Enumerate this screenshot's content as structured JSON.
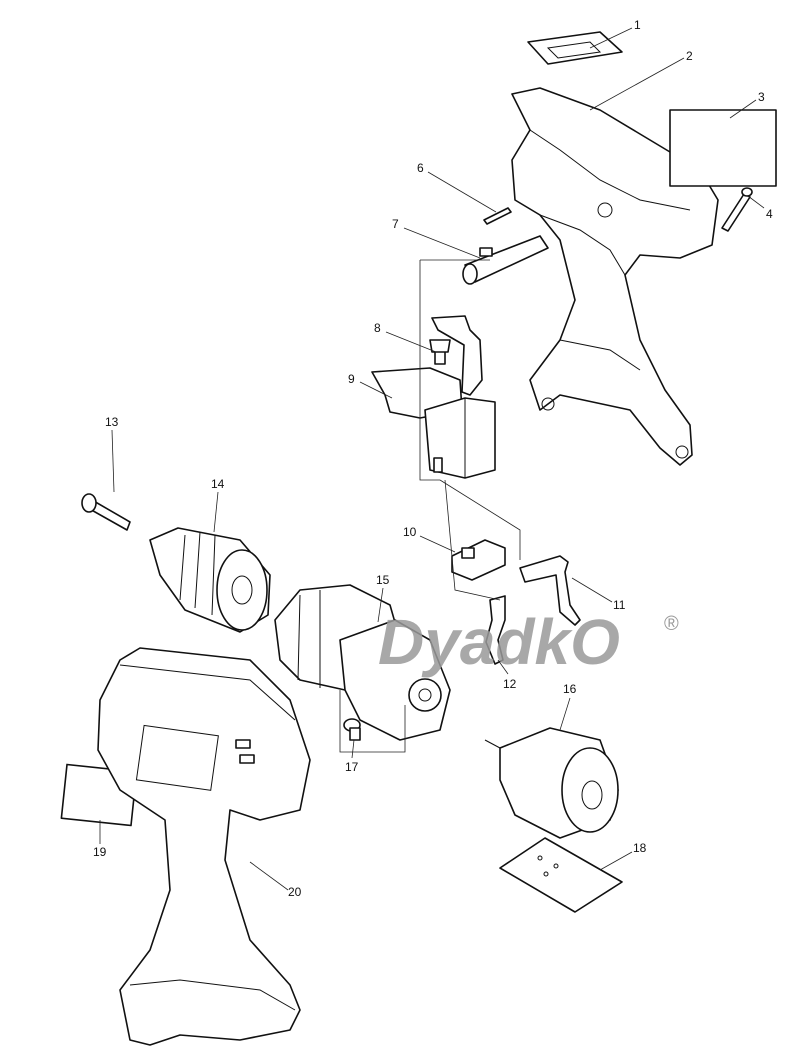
{
  "diagram": {
    "labels": [
      "1",
      "2",
      "3",
      "4",
      "6",
      "7",
      "8",
      "9",
      "10",
      "11",
      "12",
      "13",
      "14",
      "15",
      "16",
      "17",
      "18",
      "19",
      "20"
    ],
    "watermark": "DyadkO",
    "watermark_mark": "®"
  }
}
